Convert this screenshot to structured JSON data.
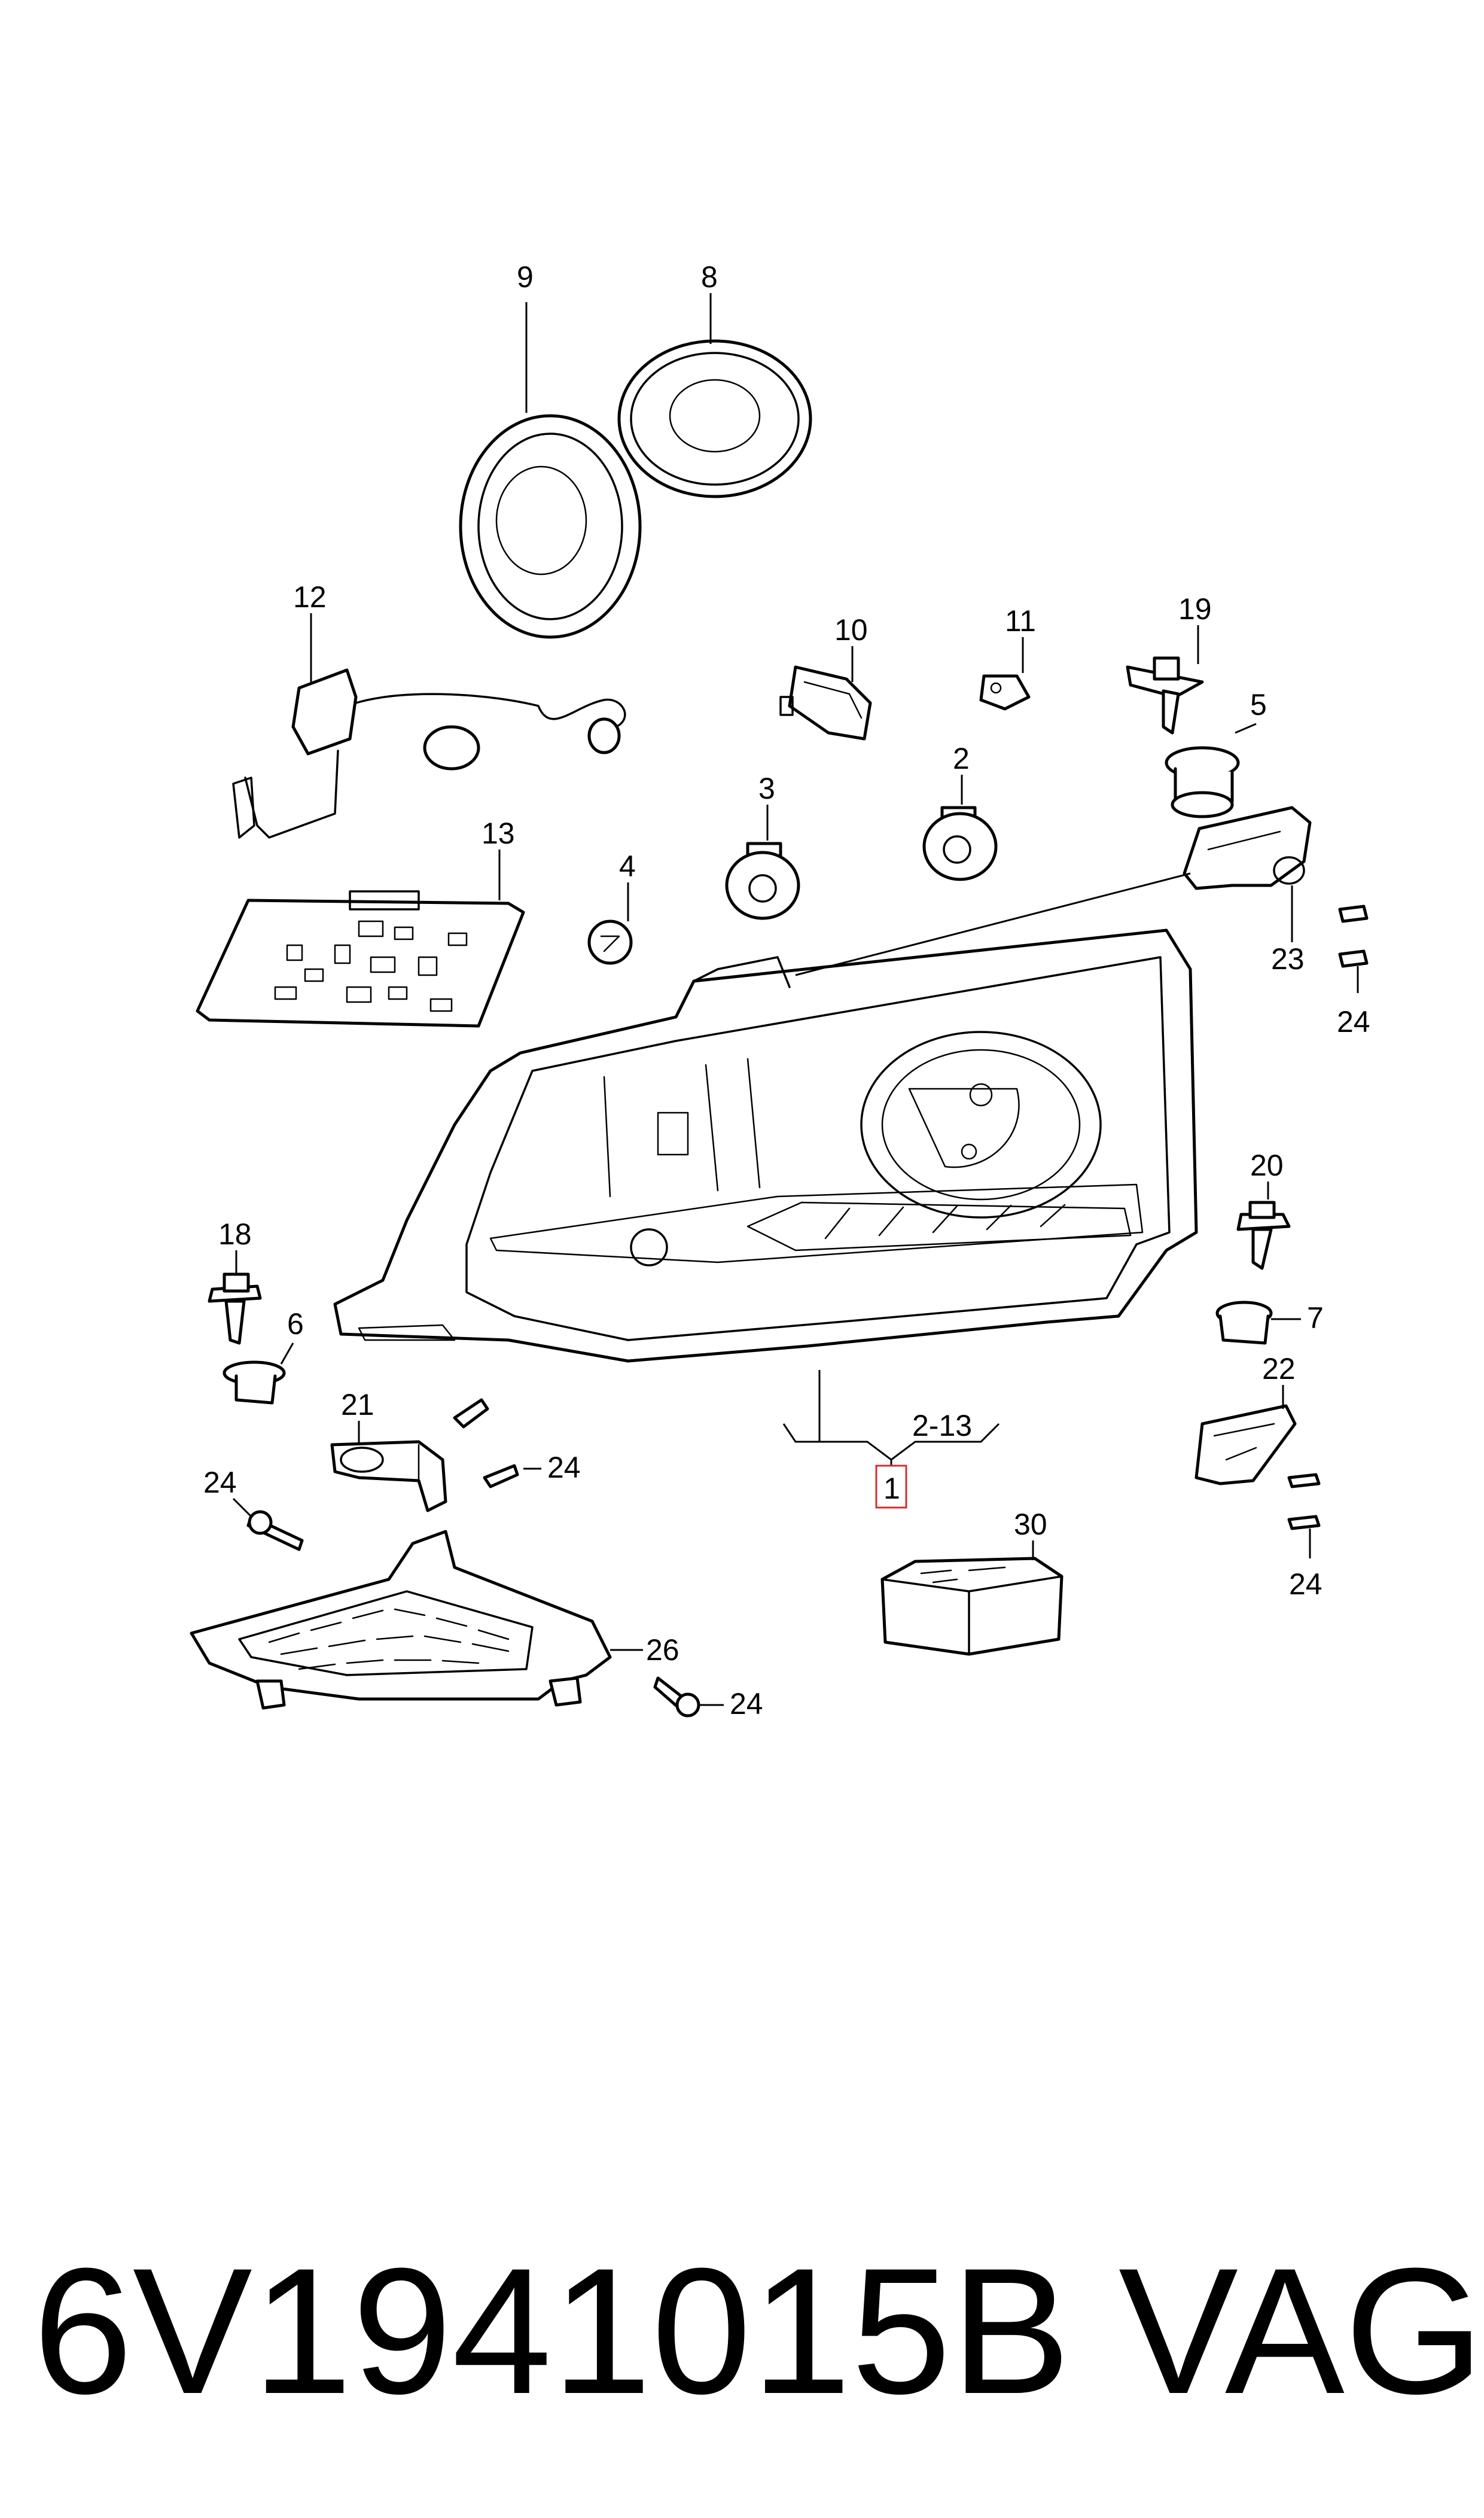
{
  "callouts": {
    "c1": "1",
    "c2": "2",
    "c2_13": "2-13",
    "c3": "3",
    "c4": "4",
    "c5": "5",
    "c6": "6",
    "c7": "7",
    "c8": "8",
    "c9": "9",
    "c10": "10",
    "c11": "11",
    "c12": "12",
    "c13": "13",
    "c18": "18",
    "c19": "19",
    "c20": "20",
    "c21": "21",
    "c22": "22",
    "c23": "23",
    "c24": "24",
    "c26": "26",
    "c30": "30"
  },
  "footer": {
    "part_number": "6V1941015B",
    "brand": "VAG"
  },
  "colors": {
    "line": "#000000",
    "highlight_box": "#d32f2f",
    "background": "#ffffff"
  }
}
